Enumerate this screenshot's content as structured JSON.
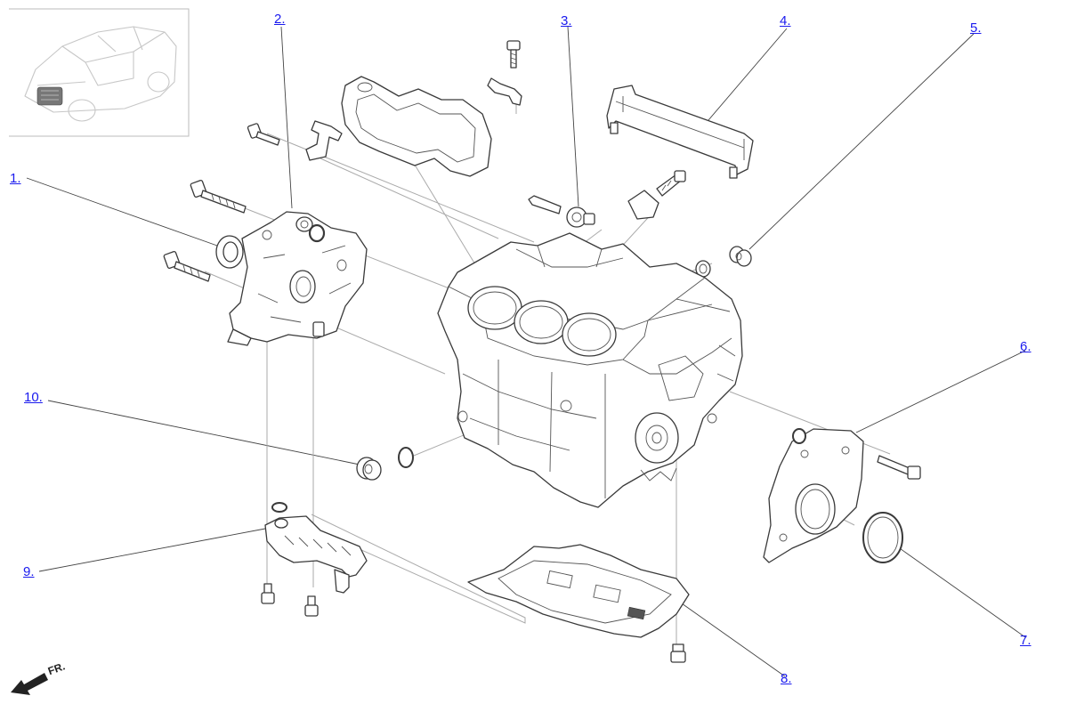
{
  "callouts": [
    {
      "id": "c1",
      "label": "1."
    },
    {
      "id": "c2",
      "label": "2."
    },
    {
      "id": "c3",
      "label": "3."
    },
    {
      "id": "c4",
      "label": "4."
    },
    {
      "id": "c5",
      "label": "5."
    },
    {
      "id": "c6",
      "label": "6."
    },
    {
      "id": "c7",
      "label": "7."
    },
    {
      "id": "c8",
      "label": "8."
    },
    {
      "id": "c9",
      "label": "9."
    },
    {
      "id": "c10",
      "label": "10."
    }
  ],
  "direction_label": "FR.",
  "icons": [
    "vehicle-locator-icon",
    "front-direction-arrow-icon"
  ]
}
